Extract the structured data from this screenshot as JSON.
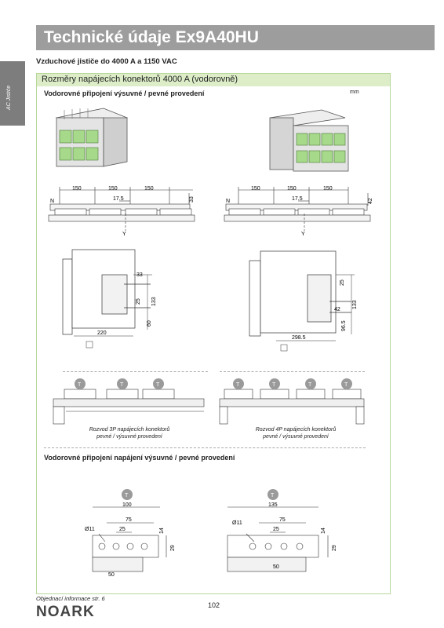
{
  "header": {
    "title": "Technické údaje Ex9A40HU",
    "side_tab": "AC Jističe"
  },
  "subtitle": "Vzduchové jističe do 4000 A a 1150 VAC",
  "section": {
    "title": "Rozměry napájecích konektorů 4000 A (vodorovně)",
    "heading_1": "Vodorovné připojení výsuvné / pevné provedení",
    "unit": "mm",
    "heading_2": "Vodorovné připojení napájení výsuvné / pevné provedení"
  },
  "dims": {
    "d150": "150",
    "d17_5": "17.5",
    "d33": "33",
    "d42": "42",
    "N": "N",
    "Y": "Y",
    "d25": "25",
    "d133": "133",
    "d60": "60",
    "d220": "220",
    "d298_5": "298.5",
    "d96_5": "96.5",
    "d100": "100",
    "d135": "135",
    "d75": "75",
    "d14": "14",
    "d29": "29",
    "d50": "50",
    "dia11": "Ø11",
    "T": "T",
    "sub1": "1"
  },
  "captions": {
    "cap3p_l1": "Rozvod 3P napájecích konektorů",
    "cap3p_l2": "pevné / výsuvné provedení",
    "cap4p_l1": "Rozvod 4P napájecích konektorů",
    "cap4p_l2": "pevné / výsuvné provedení"
  },
  "footer": {
    "note": "Objednací informace str. 6",
    "brand": "NOARK",
    "page": "102"
  }
}
